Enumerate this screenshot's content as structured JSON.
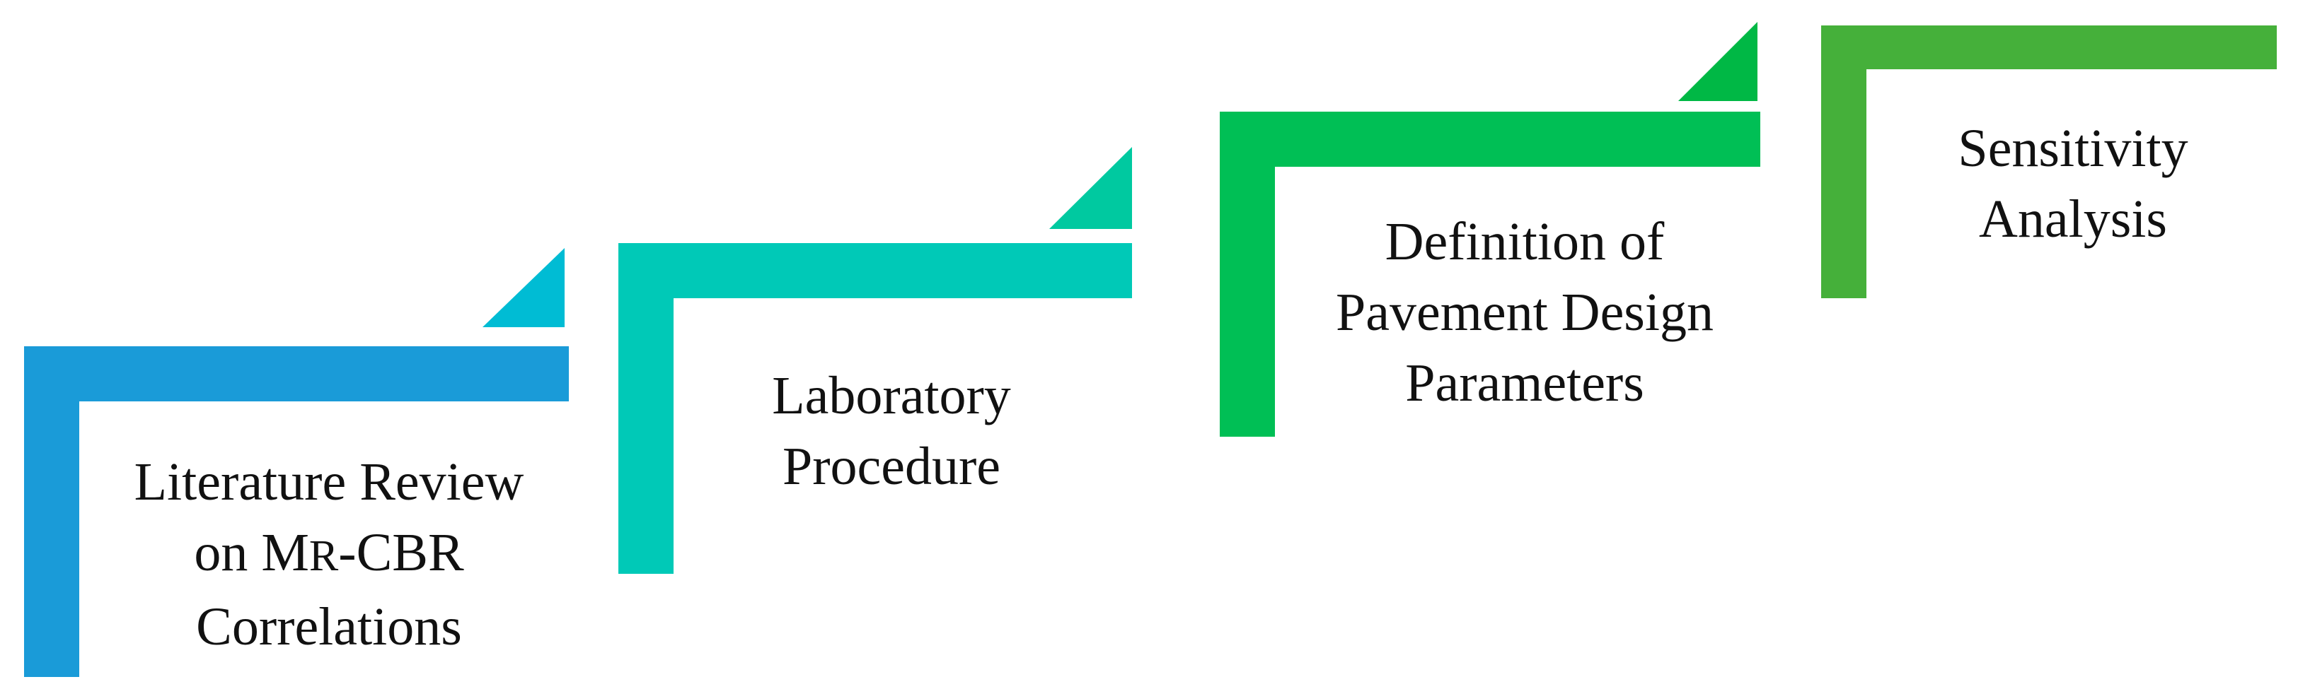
{
  "diagram": {
    "steps": [
      {
        "color": "#1a9bd8",
        "accent": "#00bcd4",
        "lines": [
          "Literature Review",
          "on ",
          "-CBR",
          "Correlations"
        ],
        "mr_main": "M",
        "mr_sub": "R"
      },
      {
        "color": "#00c9b7",
        "accent": "#00c9a0",
        "lines": [
          "Laboratory",
          "Procedure"
        ]
      },
      {
        "color": "#00bf55",
        "accent": "#00b845",
        "lines": [
          "Definition of",
          "Pavement Design",
          "Parameters"
        ]
      },
      {
        "color": "#45b03a",
        "lines": [
          "Sensitivity",
          "Analysis"
        ]
      }
    ]
  }
}
